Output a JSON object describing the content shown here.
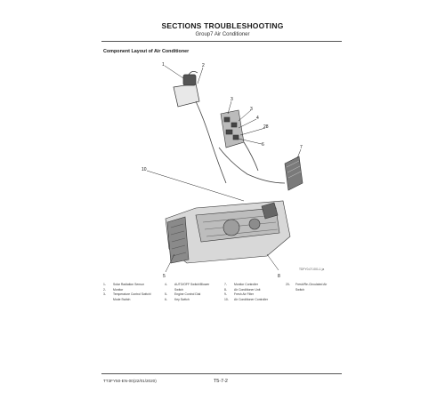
{
  "header": {
    "title": "SECTIONS TROUBLESHOOTING",
    "subtitle": "Group7 Air Conditioner"
  },
  "section_heading": "Component Layout of Air Conditioner",
  "figure": {
    "reference": "TDFY0-07-001-1 ja",
    "callouts": [
      "1",
      "2",
      "3",
      "3",
      "4",
      "28",
      "6",
      "7",
      "10",
      "5",
      "8"
    ]
  },
  "legend": [
    {
      "num": "1-",
      "text": "Solar Radiation Sensor"
    },
    {
      "num": "2-",
      "text": "Monitor"
    },
    {
      "num": "3-",
      "text": "Temperature Control Switch/"
    },
    {
      "num": "",
      "text": "Mode Switch"
    },
    {
      "num": "4-",
      "text": "AUTO/OFF Switch/Blower"
    },
    {
      "num": "",
      "text": "Switch"
    },
    {
      "num": "5-",
      "text": "Engine Control Dial"
    },
    {
      "num": "6-",
      "text": "Key Switch"
    },
    {
      "num": "7-",
      "text": "Monitor Controller"
    },
    {
      "num": "8-",
      "text": "Air Conditioner Unit"
    },
    {
      "num": "9-",
      "text": "Fresh Air Filter"
    },
    {
      "num": "10-",
      "text": "Air Conditioner Controller"
    },
    {
      "num": "20-",
      "text": "Fresh/Re-Circulated Air"
    },
    {
      "num": "",
      "text": "Switch"
    }
  ],
  "footer": {
    "doc_code": "TT3FY50-EN-00(22/01/2020)",
    "page": "T5-7-2"
  },
  "colors": {
    "text": "#1a1a1a",
    "rule": "#555555",
    "drawing": "#333333"
  }
}
